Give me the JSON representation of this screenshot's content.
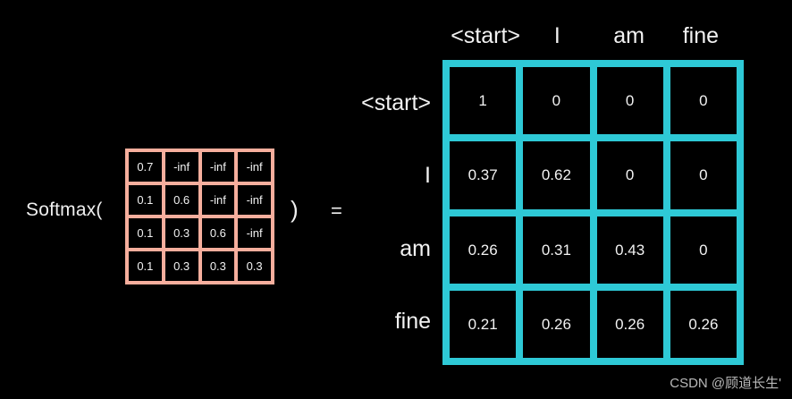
{
  "background_color": "#000000",
  "expression": {
    "softmax_label": "Softmax(",
    "paren_close": ")",
    "equals": "="
  },
  "left_matrix": {
    "accent_color": "#f6ae9d",
    "rows": [
      [
        "0.7",
        "-inf",
        "-inf",
        "-inf"
      ],
      [
        "0.1",
        "0.6",
        "-inf",
        "-inf"
      ],
      [
        "0.1",
        "0.3",
        "0.6",
        "-inf"
      ],
      [
        "0.1",
        "0.3",
        "0.3",
        "0.3"
      ]
    ]
  },
  "right_matrix": {
    "accent_color": "#2ec9d6",
    "column_headers": [
      "<start>",
      "I",
      "am",
      "fine"
    ],
    "row_headers": [
      "<start>",
      "I",
      "am",
      "fine"
    ],
    "rows": [
      [
        "1",
        "0",
        "0",
        "0"
      ],
      [
        "0.37",
        "0.62",
        "0",
        "0"
      ],
      [
        "0.26",
        "0.31",
        "0.43",
        "0"
      ],
      [
        "0.21",
        "0.26",
        "0.26",
        "0.26"
      ]
    ]
  },
  "watermark": {
    "text": "CSDN @顾道长生'"
  }
}
